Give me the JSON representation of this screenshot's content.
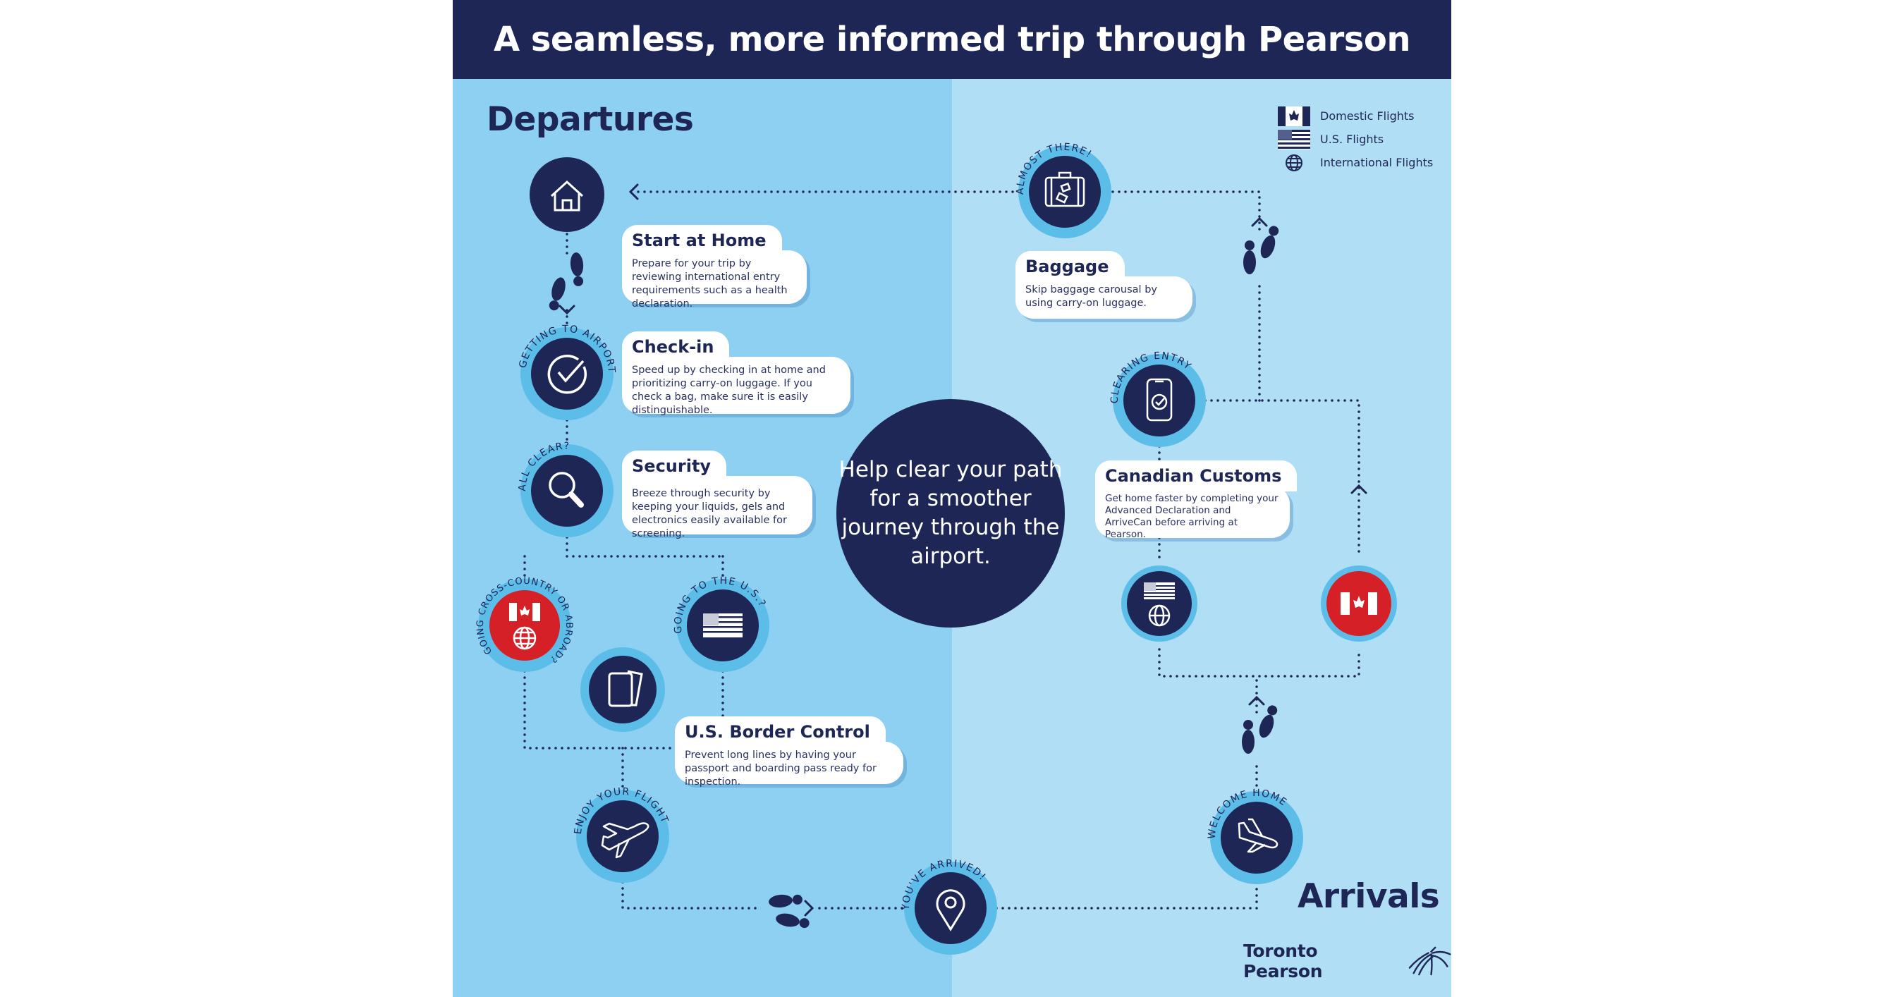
{
  "header": {
    "title": "A seamless, more informed trip through Pearson"
  },
  "sections": {
    "departures": "Departures",
    "arrivals": "Arrivals"
  },
  "legend": [
    {
      "icon": "canada-flag-icon",
      "label": "Domestic Flights"
    },
    {
      "icon": "us-flag-icon",
      "label": "U.S. Flights"
    },
    {
      "icon": "globe-icon",
      "label": "International Flights"
    }
  ],
  "center": {
    "text": "Help clear your path for a smoother journey through the airport."
  },
  "cards": {
    "home": {
      "title": "Start at Home",
      "body": "Prepare for your trip by reviewing international entry requirements such as a health declaration."
    },
    "checkin": {
      "title": "Check-in",
      "body": "Speed up by checking in at home and prioritizing carry-on luggage. If you check a bag, make sure it is easily distinguishable."
    },
    "security": {
      "title": "Security",
      "body": "Breeze through security by keeping your liquids, gels and electronics easily available for screening."
    },
    "border": {
      "title": "U.S. Border Control",
      "body": "Prevent long lines by having your passport and boarding pass ready for inspection."
    },
    "baggage": {
      "title": "Baggage",
      "body": "Skip baggage carousal by using carry-on luggage."
    },
    "customs": {
      "title": "Canadian Customs",
      "body": "Get home faster by completing your Advanced Declaration and ArriveCan before arriving at Pearson."
    }
  },
  "badges": {
    "checkin": "GETTING TO AIRPORT",
    "security": "ALL CLEAR?",
    "crosscountry": "GOING CROSS-COUNTRY OR ABROAD?",
    "us": "GOING TO THE U.S.?",
    "flight": "ENJOY YOUR FLIGHT",
    "arrived": "YOU'VE ARRIVED!",
    "baggage": "ALMOST THERE!",
    "customs": "CLEARING ENTRY",
    "welcome": "WELCOME HOME"
  },
  "brand": {
    "name": "Toronto Pearson"
  },
  "colors": {
    "navy": "#1e2656",
    "departures_bg": "#8dd0f1",
    "arrivals_bg": "#b0dff5",
    "ring": "#5cbde9",
    "canada_red": "#d62027"
  }
}
